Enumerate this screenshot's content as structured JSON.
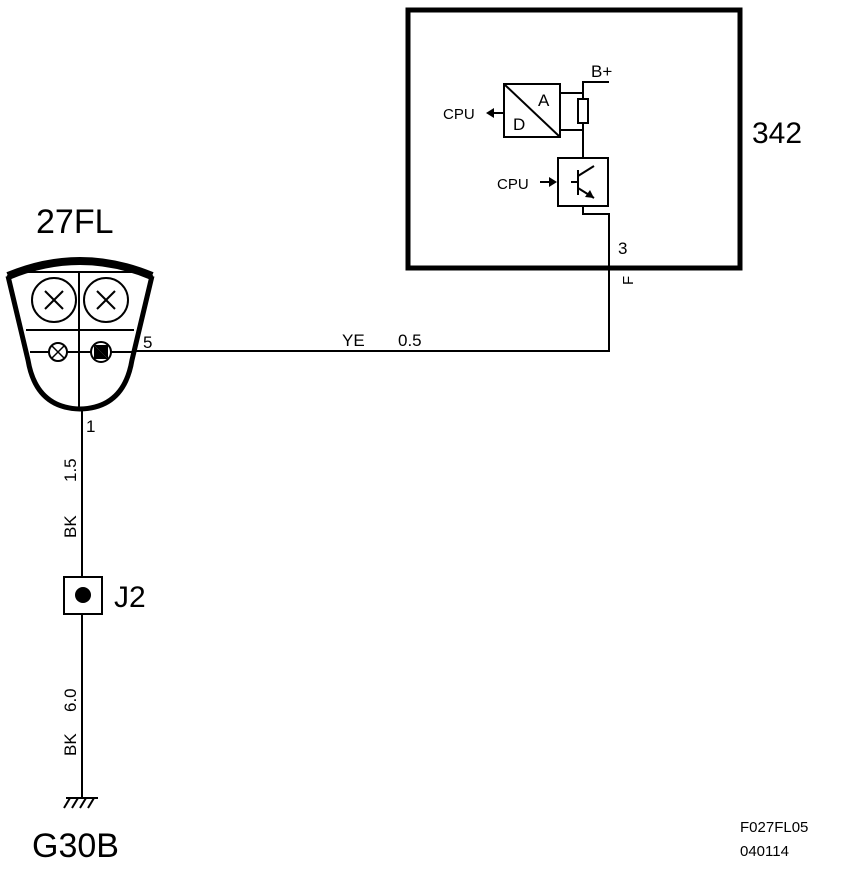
{
  "components": {
    "module": {
      "id": "342",
      "pin": "3",
      "pin_code": "F"
    },
    "lamp": {
      "id": "27FL",
      "pin_ground": "1",
      "pin_signal": "5"
    },
    "splice": {
      "id": "J2"
    },
    "ground": {
      "id": "G30B"
    }
  },
  "internal": {
    "cpu_out": "CPU",
    "cpu_in": "CPU",
    "adc_a": "A",
    "adc_d": "D",
    "supply": "B+"
  },
  "wires": {
    "signal": {
      "color": "YE",
      "size": "0.5"
    },
    "lamp_to_splice": {
      "color": "BK",
      "size": "1.5"
    },
    "splice_to_ground": {
      "color": "BK",
      "size": "6.0"
    }
  },
  "footer": {
    "code": "F027FL05",
    "date": "040114"
  }
}
